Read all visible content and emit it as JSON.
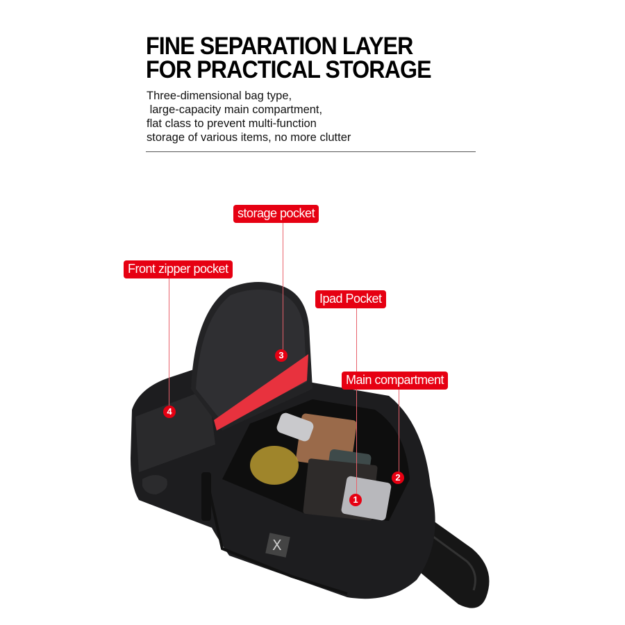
{
  "heading": {
    "line1": "FINE SEPARATION LAYER",
    "line2": "FOR PRACTICAL STORAGE"
  },
  "description": [
    "Three-dimensional bag type,",
    " large-capacity main compartment,",
    "flat class to prevent multi-function",
    "storage of various items, no more clutter"
  ],
  "callouts": [
    {
      "number": "1",
      "label": "Ipad Pocket"
    },
    {
      "number": "2",
      "label": "Main compartment"
    },
    {
      "number": "3",
      "label": "storage pocket"
    },
    {
      "number": "4",
      "label": "Front zipper pocket"
    }
  ],
  "colors": {
    "accent": "#e60012",
    "bag": "#1c1c1e"
  }
}
